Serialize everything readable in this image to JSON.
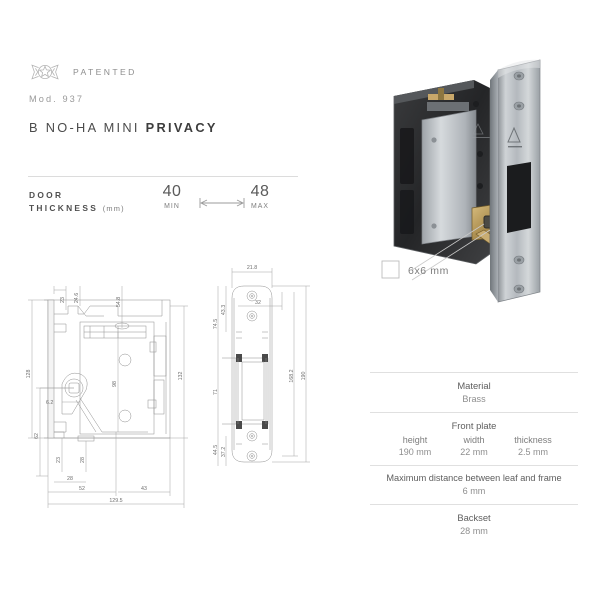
{
  "header": {
    "patent_badge_icon": "patent-seal-icon",
    "patent_label": "PATENTED",
    "model": "Mod. 937",
    "title_part1": "B  NO-HA  MINI  ",
    "title_part2": "PRIVACY"
  },
  "door_thickness": {
    "label_line1": "DOOR",
    "label_line2": "THICKNESS",
    "unit": "(mm)",
    "min_value": "40",
    "min_label": "MIN",
    "max_value": "48",
    "max_label": "MAX",
    "arrow_icon": "double-arrow-horizontal-icon"
  },
  "photo": {
    "callout_value": "6x6 mm",
    "callout_icon": "square-outline-icon",
    "brand_mark": "brand-logo-icon"
  },
  "drawing_side": {
    "caption": "side-section-view",
    "dimensions": {
      "d_23_top": "23",
      "d_24_6": "24.6",
      "d_54_8": "54.8",
      "d_128": "128",
      "d_132": "132",
      "d_98": "98",
      "d_6_2": "6.2",
      "d_62": "62",
      "d_23_bottom": "23",
      "d_28_vert": "28",
      "d_28_horiz": "28",
      "d_52": "52",
      "d_43": "43",
      "d_129_5": "129.5"
    }
  },
  "drawing_front": {
    "caption": "front-plate-view",
    "dimensions": {
      "d_21_8": "21.8",
      "d_43_3": "43.3",
      "d_74_5": "74.5",
      "d_32": "32",
      "d_71": "71",
      "d_168_2": "168.2",
      "d_190": "190",
      "d_44_5": "44.5",
      "d_37_2": "37.2"
    }
  },
  "specs": {
    "material": {
      "title": "Material",
      "value": "Brass"
    },
    "front_plate": {
      "title": "Front plate",
      "columns": [
        {
          "header": "height",
          "value": "190 mm"
        },
        {
          "header": "width",
          "value": "22 mm"
        },
        {
          "header": "thickness",
          "value": "2.5 mm"
        }
      ]
    },
    "max_distance": {
      "title": "Maximum distance between leaf and frame",
      "value": "6 mm"
    },
    "backset": {
      "title": "Backset",
      "value": "28 mm"
    }
  },
  "colors": {
    "ink": "#4b4b4b",
    "muted": "#8e8e8e",
    "rule": "#dcdcdc",
    "brass": "#b89a5e",
    "steel": "#b9bcc0",
    "dark": "#2e2f31"
  }
}
